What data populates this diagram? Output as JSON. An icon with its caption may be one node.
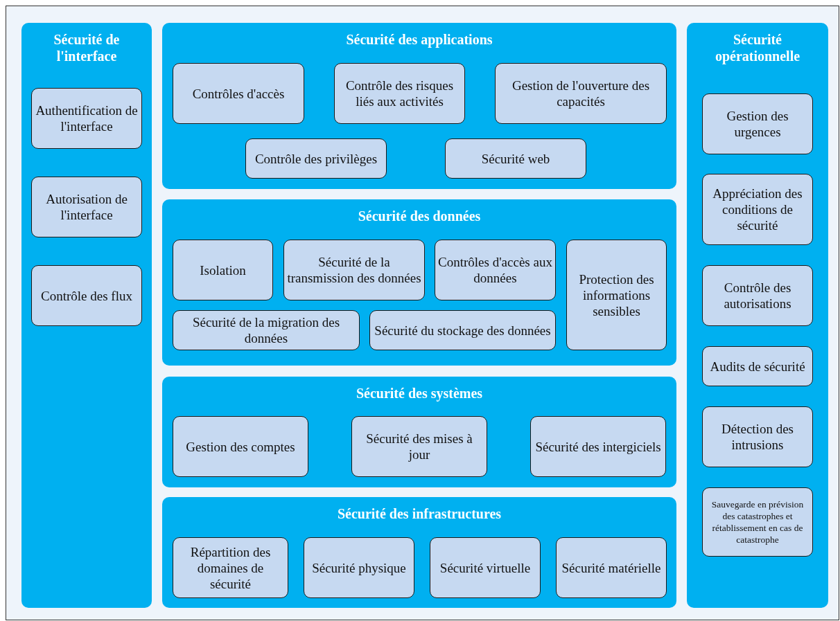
{
  "diagram": {
    "nodes": [
      {
        "text": [
          "Sécurité de l'interface"
        ]
      },
      {
        "text": [
          "Authentification de l'interface"
        ],
        "in": 0
      },
      {
        "text": [
          "Autorisation de l'interface"
        ],
        "in": 0
      },
      {
        "text": [
          "Contrôle des flux"
        ],
        "in": 0
      },
      {
        "text": [
          "Sécurité des applications"
        ]
      },
      {
        "text": [
          "Contrôles d'accès"
        ],
        "in": 4
      },
      {
        "text": [
          "Contrôle des risques liés aux activités"
        ],
        "in": 4
      },
      {
        "text": [
          "Gestion de l'ouverture des capacités"
        ],
        "in": 4
      },
      {
        "text": [
          "Contrôle des privilèges"
        ],
        "in": 4
      },
      {
        "text": [
          "Sécurité web"
        ],
        "in": 4
      },
      {
        "text": [
          "Sécurité des données"
        ]
      },
      {
        "text": [
          "Isolation"
        ],
        "in": 10
      },
      {
        "text": [
          "Sécurité de la transmission des données"
        ],
        "in": 10
      },
      {
        "text": [
          "Contrôles d'accès aux données"
        ],
        "in": 10
      },
      {
        "text": [
          "Protection des informations sensibles"
        ],
        "in": 10
      },
      {
        "text": [
          "Sécurité de la migration des données"
        ],
        "in": 10
      },
      {
        "text": [
          "Sécurité du stockage des données"
        ],
        "in": 10
      },
      {
        "text": [
          "Sécurité des systèmes"
        ]
      },
      {
        "text": [
          "Gestion des comptes"
        ],
        "in": 17
      },
      {
        "text": [
          "Sécurité des mises à jour"
        ],
        "in": 17
      },
      {
        "text": [
          "Sécurité des intergiciels"
        ],
        "in": 17
      },
      {
        "text": [
          "Sécurité des infrastructures"
        ]
      },
      {
        "text": [
          "Répartition des domaines de sécurité"
        ],
        "in": 21
      },
      {
        "text": [
          "Sécurité physique"
        ],
        "in": 21
      },
      {
        "text": [
          "Sécurité virtuelle"
        ],
        "in": 21
      },
      {
        "text": [
          "Sécurité matérielle"
        ],
        "in": 21
      },
      {
        "text": [
          "Sécurité opérationnelle"
        ]
      },
      {
        "text": [
          "Gestion des urgences"
        ],
        "in": 26
      },
      {
        "text": [
          "Appréciation des conditions de sécurité"
        ],
        "in": 26
      },
      {
        "text": [
          "Contrôle des autorisations"
        ],
        "in": 26
      },
      {
        "text": [
          "Audits de sécurité"
        ],
        "in": 26
      },
      {
        "text": [
          "Détection des intrusions"
        ],
        "in": 26
      },
      {
        "text": [
          "Sauvegarde en prévision des catastrophes et rétablissement en cas de catastrophe"
        ],
        "in": 26
      }
    ]
  }
}
